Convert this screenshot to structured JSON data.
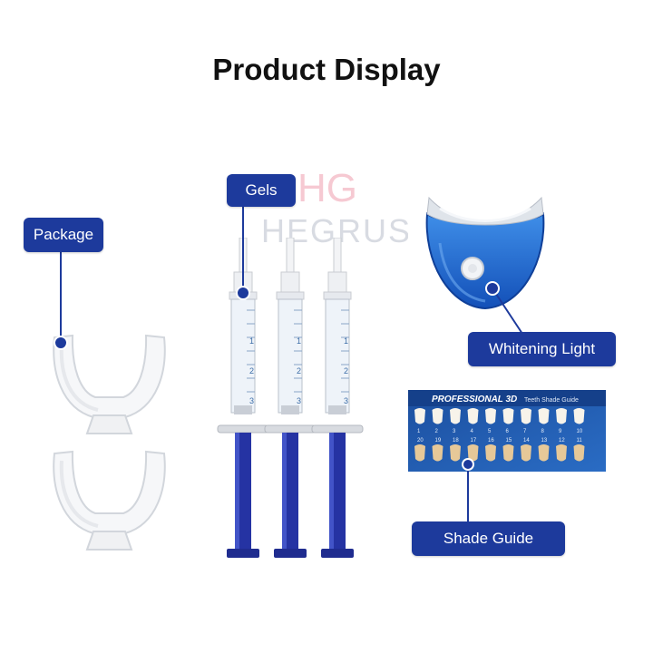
{
  "page": {
    "title": "Product Display",
    "accent_color": "#1d3a9c"
  },
  "watermark": {
    "monogram": "HG",
    "brand": "HEGRUS"
  },
  "labels": {
    "package": "Package",
    "gels": "Gels",
    "whitening_light": "Whitening Light",
    "shade_guide": "Shade Guide"
  },
  "shade_guide": {
    "brand_text": "PROFESSIONAL 3D",
    "subtitle": "Teeth Shade Guide",
    "top_numbers": [
      "1",
      "2",
      "3",
      "4",
      "5",
      "6",
      "7",
      "8",
      "9",
      "10"
    ],
    "bottom_numbers": [
      "20",
      "19",
      "18",
      "17",
      "16",
      "15",
      "14",
      "13",
      "12",
      "11"
    ]
  },
  "syringe": {
    "scale_marks": [
      "1",
      "2",
      "3"
    ]
  }
}
